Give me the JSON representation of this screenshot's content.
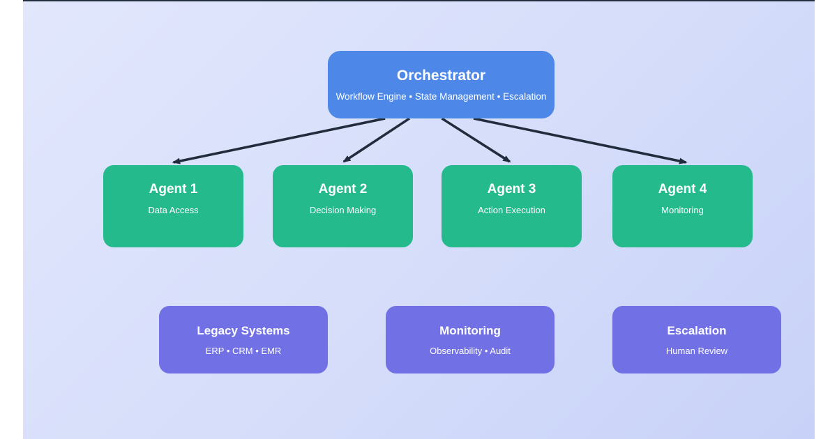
{
  "colors": {
    "panel_top": "#e2e7fc",
    "panel_mid": "#d5ddfa",
    "panel_bottom": "#c8d2f8",
    "border": "#222d3e",
    "orchestrator": "#4d87e8",
    "agent": "#24ba8b",
    "support": "#7170e5",
    "arrow": "#212c3d",
    "text": "#ffffff"
  },
  "diagram": {
    "orchestrator": {
      "title": "Orchestrator",
      "subtitle": "Workflow Engine • State Management • Escalation"
    },
    "agents": [
      {
        "title": "Agent 1",
        "subtitle": "Data Access"
      },
      {
        "title": "Agent 2",
        "subtitle": "Decision Making"
      },
      {
        "title": "Agent 3",
        "subtitle": "Action Execution"
      },
      {
        "title": "Agent 4",
        "subtitle": "Monitoring"
      }
    ],
    "support": [
      {
        "title": "Legacy Systems",
        "subtitle": "ERP • CRM • EMR"
      },
      {
        "title": "Monitoring",
        "subtitle": "Observability • Audit"
      },
      {
        "title": "Escalation",
        "subtitle": "Human Review"
      }
    ]
  }
}
